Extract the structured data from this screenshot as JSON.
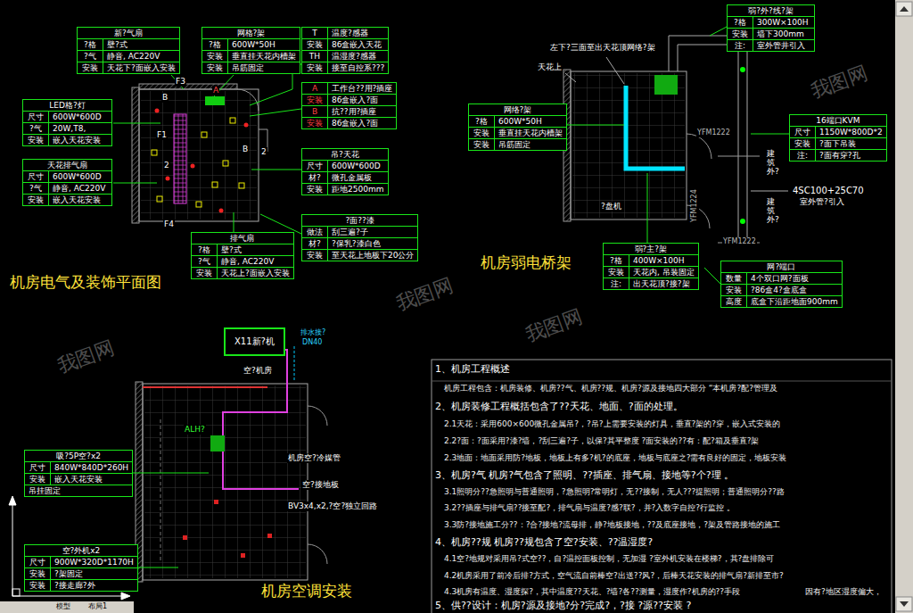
{
  "diagram": {
    "nodes": [
      {
        "text": [
          "新?气扇",
          "?格",
          "壁?式",
          "?气",
          "静音, AC220V",
          "安装",
          "天花下?面嵌入安装"
        ]
      },
      {
        "text": [
          "LED格?灯",
          "尺寸",
          "600W*600D",
          "?气",
          "20W,T8,",
          "安装",
          "嵌入天花安装"
        ]
      },
      {
        "text": [
          "天花排气扇",
          "尺寸",
          "600W*600D",
          "?气",
          "静音, AC220V",
          "安装",
          "嵌入天花安装"
        ]
      },
      {
        "text": [
          "网格?架",
          "?格",
          "600W*50H",
          "安装",
          "垂直挂天花内槽架",
          "安装",
          "吊筋固定"
        ]
      },
      {
        "text": [
          "T",
          "温度?感器",
          "安装",
          "86盒嵌入天花",
          "TH",
          "温湿度?感器",
          "安装",
          "接至自控系???"
        ]
      },
      {
        "text": [
          "A",
          "工作台??用?插座",
          "安装",
          "86盒嵌入?面",
          "B",
          "抗??用?插座",
          "安装",
          "86盒嵌入?面"
        ]
      },
      {
        "text": [
          "吊?天花",
          "尺寸",
          "600W*600D",
          "材?",
          "微孔金属板",
          "安装",
          "距地2500mm"
        ]
      },
      {
        "text": [
          "?面??漆",
          "做法",
          "刮三遍?子",
          "材?",
          "?保乳?漆白色",
          "安装",
          "至天花上地板下20公分"
        ]
      },
      {
        "text": [
          "排气扇",
          "?格",
          "壁?式",
          "?气",
          "静音, AC220V",
          "安装",
          "天花上?面嵌入安装"
        ]
      },
      {
        "text": [
          "网络?架",
          "?格",
          "600W*50H",
          "安装",
          "垂直挂天花内槽架",
          "安装",
          "吊筋固定"
        ]
      },
      {
        "text": [
          "弱?外?线?架",
          "?格",
          "300W×100H",
          "安装",
          "墙下300mm",
          "注:",
          "室外管井引入"
        ]
      },
      {
        "text": [
          "16端口KVM",
          "尺寸",
          "1150W*800D*2",
          "安装",
          "?面下吊装",
          "注:",
          "?面有穿?孔"
        ]
      },
      {
        "text": [
          "弱?主?架",
          "?格",
          "400W×100H",
          "安装",
          "天花内, 吊装固定",
          "注:",
          "出天花顶?接?架"
        ]
      },
      {
        "text": [
          "网?端口",
          "数量",
          "4个双口网?面板",
          "安装",
          "?86盒4?盒底盒",
          "高度",
          "底盒下沿距地面900mm"
        ]
      },
      {
        "text": [
          "X11新?机"
        ]
      },
      {
        "text": [
          "吸?5P空?x2",
          "尺寸",
          "840W*840D*260H",
          "安装",
          "嵌入天花安装",
          "吊挂固定"
        ]
      },
      {
        "text": [
          "空?外机x2",
          "尺寸",
          "900W*320D*1170H",
          "安装",
          "?架固定",
          "安装",
          "?接走廊?外"
        ]
      }
    ],
    "labels": [
      "机房电气及装饰平面图",
      "机房弱电桥架",
      "机房空调安装",
      "F3",
      "F1",
      "2",
      "F4",
      "2",
      "B",
      "B",
      "A",
      "左下?三面至出天花顶网络?架",
      "天花上",
      "?盘机",
      "YFM1222",
      "YFM1224",
      "YFM1222",
      "建筑外?",
      "建筑外?",
      "4SC100+25C70",
      "室外管?引入",
      "空?机房",
      "排水接?",
      "DN40",
      "ALH?",
      "机房空?冷媒管",
      "空?接地板",
      "BV3x4,x2,?空?独立回路",
      "模型",
      "布局1",
      "1、机房工程概述",
      "机房工程包含：机房装修、机房??气、机房??规、机房?源及接地四大部分 “本机房?配?管理及",
      "2、机房装修工程概括包含了??天花、地面、?面的处理。",
      "2.1天花：采用600×600微孔金属吊?，?吊?上需要安装的灯具，垂直?架的?穿，嵌入式安装的",
      "2.2?面：?面采用?漆?墙，?刮三遍?子，以保?其平整度 ?面安装的??有：配?箱及垂直?架",
      "2.3地面：地面采用防?地板，地板上有多?机?的底座，地板与底座之?需有良好的固定，地板安装",
      "3、机房?气 机房?气包含了照明、??插座、排气扇、接地等?个?理 。",
      "3.1照明分??急照明与普通照明，?急照明?常明灯，无??接制，无人???提照明；普通照明分??路",
      "3.2??插座与排气扇??接至配?，排气扇与温度?感?联?，并?入数字自控?行监控 。",
      "3.3防?接地施工分??：?合?接地?流母排，静?地板接地，??及底座接地，?架及管路接地的施工",
      "4、机房??规 机房??规包含了空?安装、??温湿度?",
      "4.1空?地规对采用吊?式空??，自?温控面板控制，无加湿 ?室外机安装在楼梯?，其?盘排除可",
      "4.2机房采用了前冷后排?方式，空气流自前棒空?出送??风?，后棒天花安装的排气扇?新排至市?",
      "4.3机房有温度、湿度探?，其中温度??天花、?墙?各??测量，湿度作?机房的??手段",
      "5、供??设计：机房?源及接地?分?完成?，?接 ?源??安装 ?",
      "因有?地区湿度偏大，",
      "我图网",
      "我图网",
      "我图网",
      "我图网"
    ]
  }
}
